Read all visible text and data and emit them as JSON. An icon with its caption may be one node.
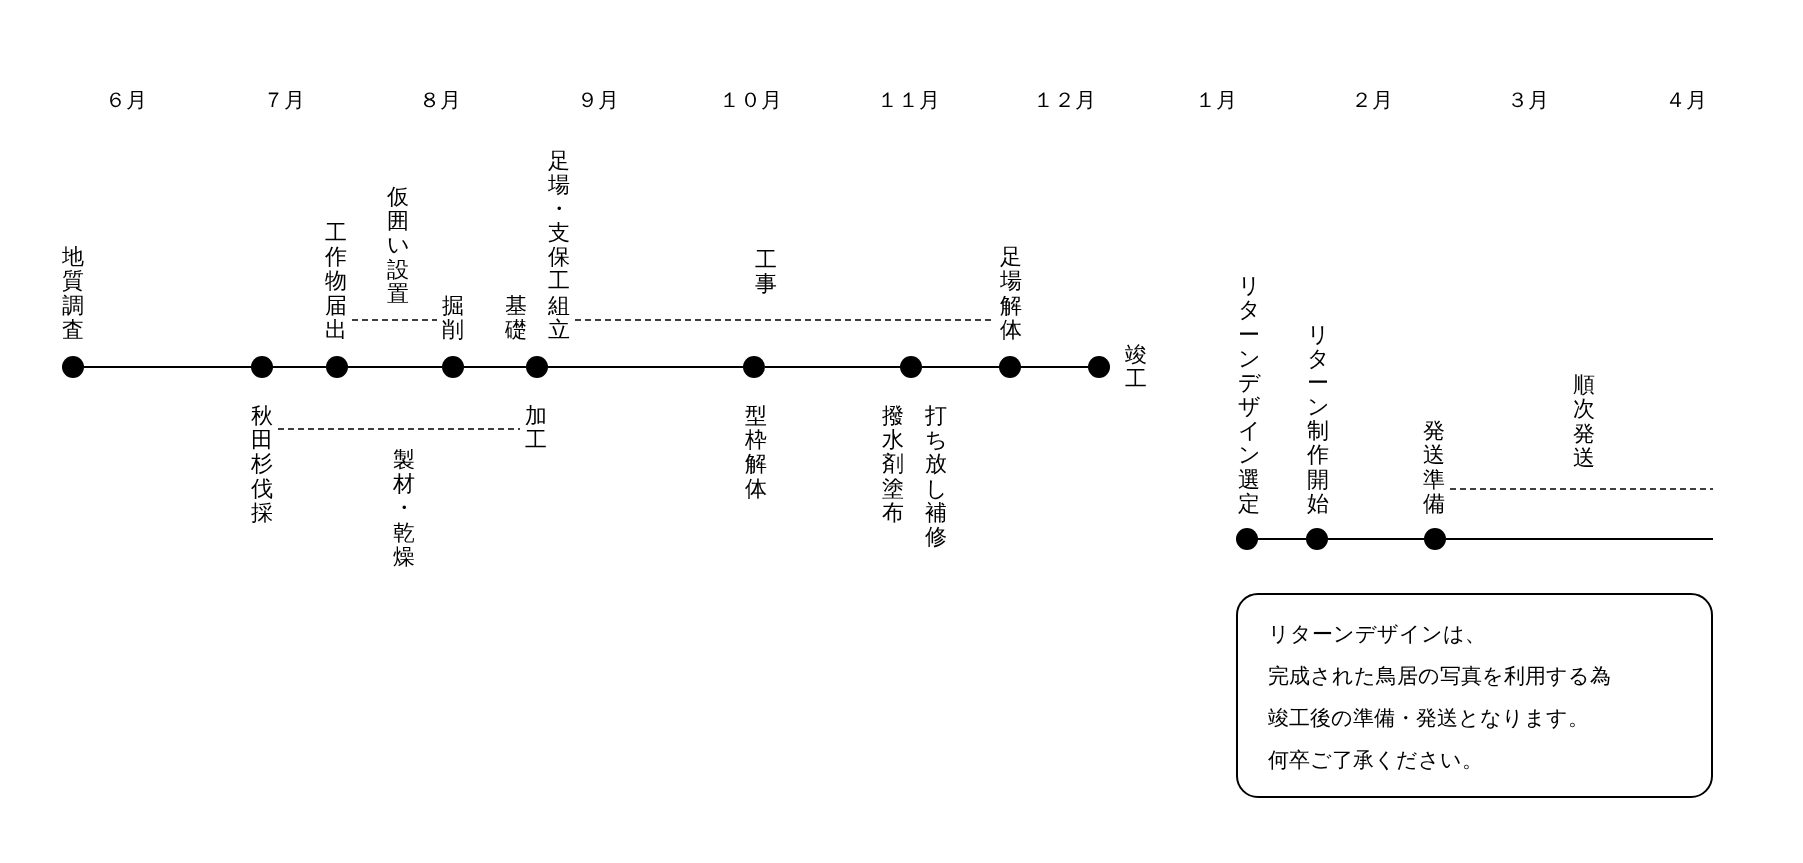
{
  "diagram": {
    "nodes": [
      {
        "text": [],
        "shape": "circle",
        "beside": [
          "地質調査"
        ]
      },
      {
        "text": [],
        "shape": "circle"
      },
      {
        "text": [
          "秋田杉伐採"
        ]
      },
      {
        "text": [],
        "shape": "circle"
      },
      {
        "text": [
          "工作物届出"
        ]
      },
      {
        "text": [],
        "shape": "circle"
      },
      {
        "text": [
          "掘削"
        ]
      },
      {
        "text": [],
        "shape": "circle",
        "beside": [
          "基礎"
        ]
      },
      {
        "text": [
          "足場・支保工組立"
        ]
      },
      {
        "text": [
          "加工"
        ]
      },
      {
        "text": [],
        "shape": "circle",
        "beside": [
          "型枠解体"
        ]
      },
      {
        "text": [],
        "shape": "circle",
        "beside": [
          "撥水剤塗布",
          "打ち放し補修"
        ]
      },
      {
        "text": [],
        "shape": "circle"
      },
      {
        "text": [
          "足場解体"
        ]
      },
      {
        "text": [],
        "shape": "circle",
        "beside": [
          "竣工"
        ]
      },
      {
        "text": [],
        "shape": "circle",
        "beside": [
          "リターンデザイン選定"
        ]
      },
      {
        "text": [],
        "shape": "circle",
        "beside": [
          "リターン制作開始"
        ]
      },
      {
        "text": [],
        "shape": "circle"
      },
      {
        "text": [
          "発送準備"
        ]
      },
      {
        "text": [
          "リターンデザインは、",
          "完成された鳥居の写真を利用する為",
          "竣工後の準備・発送となります。",
          "何卒ご了承ください。"
        ]
      }
    ],
    "edges": [
      {
        "from": 0,
        "to": 1,
        "arrow": "none"
      },
      {
        "from": 1,
        "to": 3,
        "arrow": "none"
      },
      {
        "from": 3,
        "to": 5,
        "arrow": "none"
      },
      {
        "from": 5,
        "to": 7,
        "arrow": "none"
      },
      {
        "from": 7,
        "to": 10,
        "arrow": "none"
      },
      {
        "from": 10,
        "to": 11,
        "arrow": "none"
      },
      {
        "from": 11,
        "to": 12,
        "arrow": "none"
      },
      {
        "from": 12,
        "to": 14,
        "arrow": "none"
      },
      {
        "from": 15,
        "to": 16,
        "arrow": "none"
      },
      {
        "from": 16,
        "to": 17,
        "arrow": "none"
      },
      {
        "from": 17,
        "to": null,
        "arrow": "none"
      },
      {
        "from": 4,
        "to": 6,
        "arrow": "none",
        "label": "仮囲い設置",
        "style": "dashed"
      },
      {
        "from": 8,
        "to": 13,
        "arrow": "none",
        "label": "工事",
        "style": "dashed"
      },
      {
        "from": 2,
        "to": 9,
        "arrow": "none",
        "label": "製材・乾燥",
        "style": "dashed"
      },
      {
        "from": 18,
        "to": null,
        "arrow": "none",
        "label": "順次発送",
        "style": "dashed"
      }
    ],
    "labels": [
      "６月",
      "７月",
      "８月",
      "９月",
      "１０月",
      "１１月",
      "１２月",
      "１月",
      "２月",
      "３月",
      "４月"
    ]
  }
}
